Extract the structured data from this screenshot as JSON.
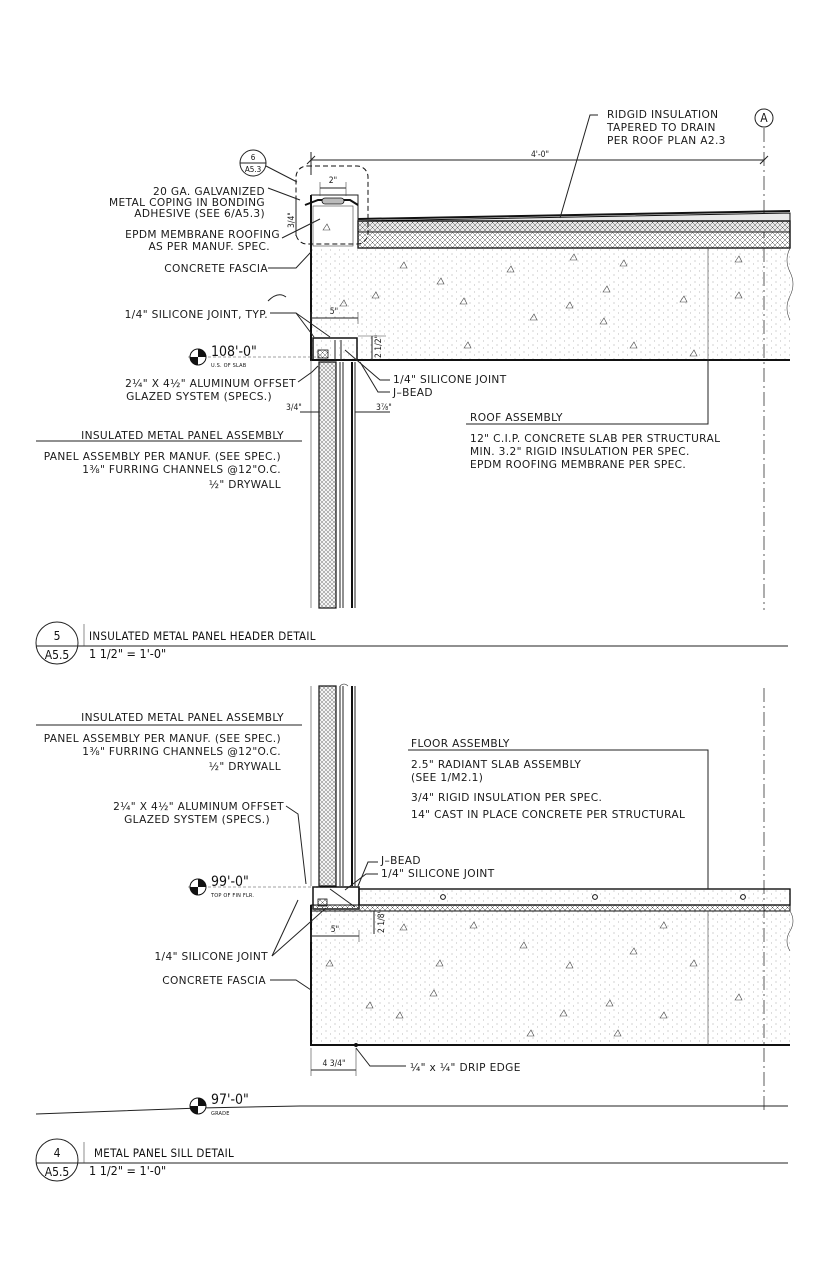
{
  "detail_5": {
    "number": "5",
    "sheet": "A5.5",
    "title": "INSULATED METAL PANEL HEADER DETAIL",
    "scale": "1 1/2\" = 1'-0\"",
    "grid_bubble": "A",
    "section_ref": {
      "number": "6",
      "sheet": "A5.3"
    },
    "elevation": {
      "value": "108'-0\"",
      "label": "U.S. OF SLAB"
    },
    "notes": {
      "insulation_1": "RIDGID INSULATION",
      "insulation_2": "TAPERED TO DRAIN",
      "insulation_3": "PER ROOF PLAN A2.3",
      "coping_1": "20 GA. GALVANIZED",
      "coping_2": "METAL COPING IN BONDING",
      "coping_3": "ADHESIVE (SEE 6/A5.3)",
      "epdm_1": "EPDM MEMBRANE ROOFING",
      "epdm_2": "AS PER MANUF. SPEC.",
      "fascia": "CONCRETE FASCIA",
      "silicone_typ": "1/4\" SILICONE JOINT, TYP.",
      "glazing_1": "2¼\" X 4½\"  ALUMINUM OFFSET",
      "glazing_2": "GLAZED SYSTEM (SPECS.)",
      "silicone": "1/4\" SILICONE JOINT",
      "jbead": "J–BEAD",
      "panel_heading": "INSULATED METAL PANEL ASSEMBLY",
      "panel_1": "PANEL ASSEMBLY PER MANUF. (SEE SPEC.)",
      "panel_2": "1⅜\" FURRING CHANNELS @12\"O.C.",
      "panel_3": "½\" DRYWALL",
      "roof_heading": "ROOF ASSEMBLY",
      "roof_1": "12\" C.I.P. CONCRETE SLAB PER STRUCTURAL",
      "roof_2": "MIN. 3.2\" RIGID INSULATION PER SPEC.",
      "roof_3": "EPDM ROOFING MEMBRANE PER SPEC."
    },
    "dims": {
      "overall": "4'-0\"",
      "coping_width": "2\"",
      "coping_height": "3/4\"",
      "fascia_width": "5\"",
      "slab_edge": "2 1/2\"",
      "left_gap": "3/4\"",
      "right_gap": "3⅞\""
    }
  },
  "detail_4": {
    "number": "4",
    "sheet": "A5.5",
    "title": "METAL PANEL SILL DETAIL",
    "scale": "1 1/2\" = 1'-0\"",
    "elevation_floor": {
      "value": "99'-0\"",
      "label": "TOP OF FIN FLR."
    },
    "elevation_grade": {
      "value": "97'-0\"",
      "label": "GRADE"
    },
    "notes": {
      "panel_heading": "INSULATED METAL PANEL ASSEMBLY",
      "panel_1": "PANEL ASSEMBLY PER MANUF. (SEE SPEC.)",
      "panel_2": "1⅜\" FURRING CHANNELS @12\"O.C.",
      "panel_3": "½\" DRYWALL",
      "glazing_1": "2¼\" X 4½\"  ALUMINUM OFFSET",
      "glazing_2": "GLAZED SYSTEM (SPECS.)",
      "floor_heading": "FLOOR ASSEMBLY",
      "floor_1": "2.5\" RADIANT SLAB ASSEMBLY",
      "floor_2": "(SEE 1/M2.1)",
      "floor_3": "3/4\" RIGID INSULATION PER SPEC.",
      "floor_4": "14\" CAST IN PLACE CONCRETE PER STRUCTURAL",
      "jbead": "J–BEAD",
      "silicone_1": "1/4\" SILICONE JOINT",
      "silicone_2": "1/4\" SILICONE JOINT",
      "fascia": "CONCRETE FASCIA",
      "drip": "¼\" x ¼\" DRIP EDGE"
    },
    "dims": {
      "fascia_width": "5\"",
      "slab_edge": "2 1/8\"",
      "drip_offset": "4 3/4\""
    }
  }
}
